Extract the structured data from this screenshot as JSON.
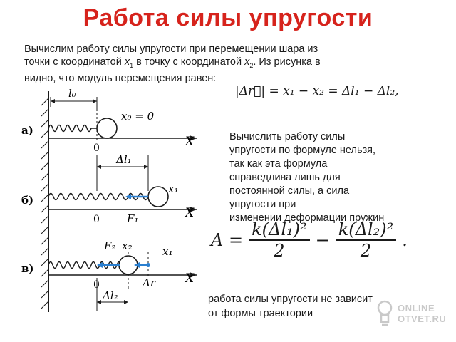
{
  "title": "Работа силы упругости",
  "intro": {
    "line1": "Вычислим работу силы упругости при перемещении шара из",
    "line2_a": "точки с координатой ",
    "x1": "x",
    "sub1": "1",
    "line2_b": " в точку с координатой ",
    "x2": "x",
    "sub2": "2",
    "line2_c": ". Из рисунка в",
    "line3": "видно, что модуль перемещения равен:"
  },
  "displacement_formula": "|Δr⃗| = x₁ − x₂ = Δl₁ − Δl₂,",
  "explanation": [
    "Вычислить работу силы",
    "упругости по формуле нельзя,",
    "так как эта формула",
    "справедлива лишь для",
    "постоянной силы, а сила",
    "упругости при",
    "изменении деформации пружин"
  ],
  "work_formula": {
    "lhs": "A =",
    "num1": "k(Δl₁)²",
    "den1": "2",
    "minus": "−",
    "num2": "k(Δl₂)²",
    "den2": "2",
    "end": "."
  },
  "conclusion": [
    "работа силы упругости не зависит",
    "от формы траектории"
  ],
  "figure": {
    "row_a": "а)",
    "row_b": "б)",
    "row_c": "в)",
    "l0": "l₀",
    "x0_eq": "x₀ = 0",
    "zero": "0",
    "X": "X",
    "dl1": "Δl₁",
    "x1": "x₁",
    "F1": "F₁",
    "F2": "F₂",
    "x2": "x₂",
    "dr": "Δr",
    "dl2": "Δl₂"
  },
  "watermark": {
    "line1": "ONLINE",
    "line2": "OTVET.RU"
  },
  "colors": {
    "title": "#d6231c",
    "arrow": "#2a7fd0",
    "watermark": "#c9c9c9"
  }
}
